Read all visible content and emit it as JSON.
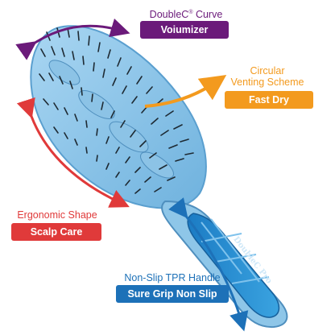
{
  "colors": {
    "purple": "#6b1a7a",
    "orange": "#f39a1e",
    "red": "#e03a3a",
    "blue": "#1d71b8",
    "brush_body": "#8ec6e8",
    "brush_grip": "#2b8fd0"
  },
  "callouts": {
    "volumizer": {
      "title_main": "DoubleC",
      "title_sup": "®",
      "title_tail": " Curve",
      "badge": "Voiumizer"
    },
    "fast_dry": {
      "title_line1": "Circular",
      "title_line2": "Venting Scheme",
      "badge": "Fast Dry"
    },
    "scalp_care": {
      "title": "Ergonomic Shape",
      "badge": "Scalp Care"
    },
    "grip": {
      "title": "Non-Slip TPR Handle",
      "badge": "Sure Grip Non Slip"
    }
  },
  "product": {
    "handle_text": "DoubleC Pro"
  }
}
